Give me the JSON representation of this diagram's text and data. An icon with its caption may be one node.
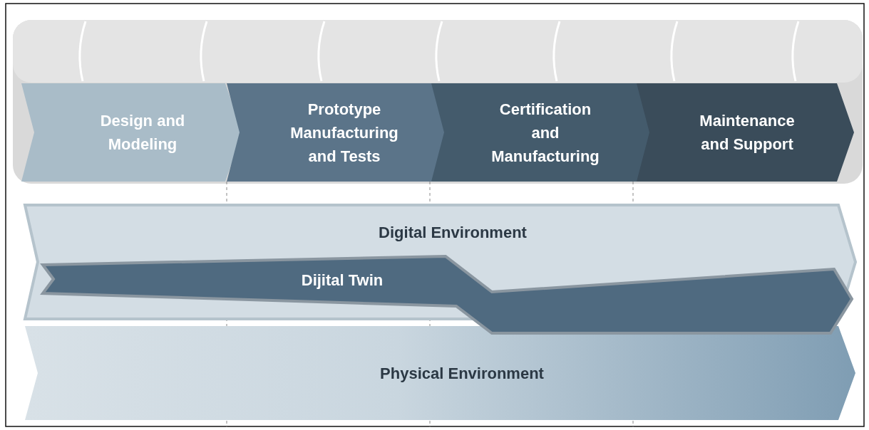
{
  "diagram": {
    "nodes": [
      {
        "text": [
          "Design and Modeling"
        ]
      },
      {
        "text": [
          "Prototype Manufacturing and Tests"
        ]
      },
      {
        "text": [
          "Certification and Manufacturing"
        ]
      },
      {
        "text": [
          "Maintenance and Support"
        ]
      },
      {
        "text": [
          "Digital Environment"
        ]
      },
      {
        "text": [
          "Dijital Twin"
        ]
      },
      {
        "text": [
          "Physical Environment"
        ]
      }
    ],
    "edges": []
  }
}
